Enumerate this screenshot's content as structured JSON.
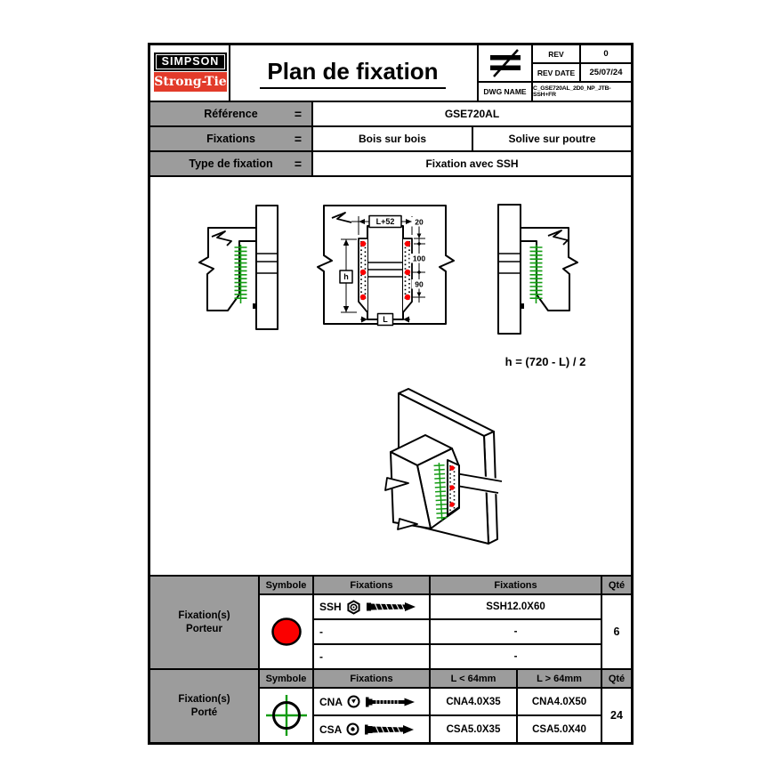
{
  "header": {
    "logo_line1": "SIMPSON",
    "logo_line2": "Strong-Tie",
    "title": "Plan de fixation",
    "rev_label": "REV",
    "rev_value": "0",
    "rev_date_label": "REV DATE",
    "rev_date_value": "25/07/24",
    "dwg_name_label": "DWG NAME",
    "dwg_name_value": "C_GSE720AL_2D0_NP_JTB-SSH+FR"
  },
  "info": {
    "reference_label": "Référence",
    "reference_value": "GSE720AL",
    "fixations_label": "Fixations",
    "fixations_value1": "Bois sur bois",
    "fixations_value2": "Solive sur poutre",
    "type_label": "Type de fixation",
    "type_value": "Fixation avec SSH",
    "equals": "="
  },
  "drawing": {
    "dim_width_top": "L+52",
    "dim_height": "h",
    "dim_width_bottom": "L",
    "dim_offset_top": "20",
    "dim_spacing_1": "100",
    "dim_spacing_2": "90",
    "formula": "h = (720 - L) / 2"
  },
  "porteur": {
    "label_line1": "Fixation(s)",
    "label_line2": "Porteur",
    "header_symbole": "Symbole",
    "header_fixations_1": "Fixations",
    "header_fixations_2": "Fixations",
    "header_qty": "Qté",
    "rows": [
      {
        "name": "SSH",
        "ref": "SSH12.0X60"
      },
      {
        "name": "-",
        "ref": "-"
      },
      {
        "name": "-",
        "ref": "-"
      }
    ],
    "qty": "6"
  },
  "porte": {
    "label_line1": "Fixation(s)",
    "label_line2": "Porté",
    "header_symbole": "Symbole",
    "header_fixations": "Fixations",
    "header_short": "L < 64mm",
    "header_long": "L > 64mm",
    "header_qty": "Qté",
    "rows": [
      {
        "name": "CNA",
        "ref_short": "CNA4.0X35",
        "ref_long": "CNA4.0X50"
      },
      {
        "name": "CSA",
        "ref_short": "CSA5.0X35",
        "ref_long": "CSA5.0X40"
      }
    ],
    "qty": "24"
  },
  "colors": {
    "brand_red": "#e23b2a",
    "screw_green": "#149c14",
    "marker_red": "#fb0000",
    "cell_gray": "#9c9c9c"
  }
}
